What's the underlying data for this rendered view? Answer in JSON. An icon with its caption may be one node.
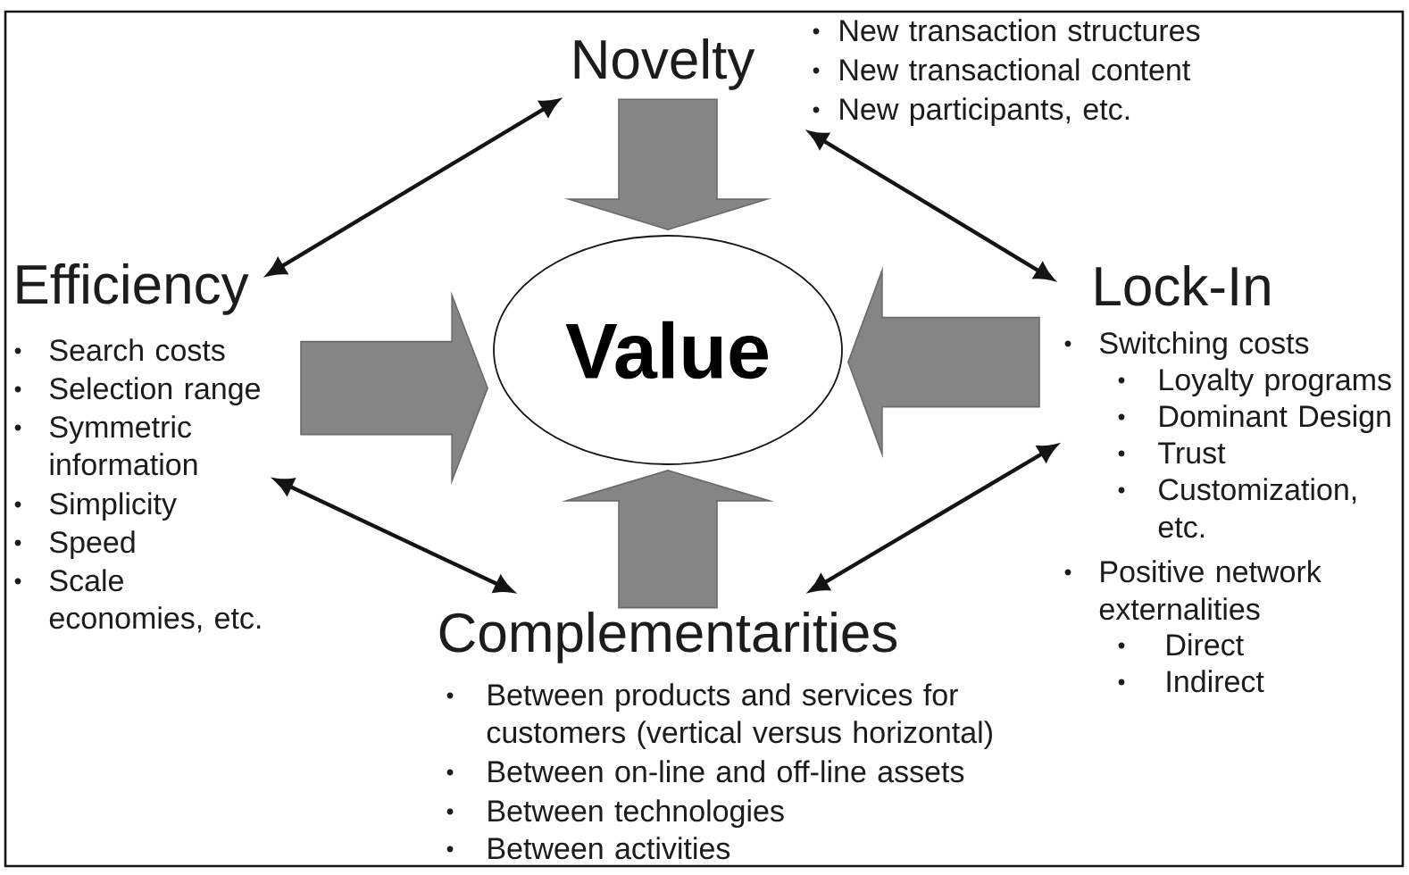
{
  "diagram": {
    "nodes": [
      {
        "text": [
          "Novelty",
          "New transaction structures",
          "New transactional content",
          "New participants, etc."
        ]
      },
      {
        "text": [
          "Efficiency",
          "Search costs",
          "Selection range",
          "Symmetric information",
          "Simplicity",
          "Speed",
          "Scale economies, etc."
        ]
      },
      {
        "text": [
          "Value"
        ]
      },
      {
        "text": [
          "Lock-In",
          "Switching costs",
          "Loyalty programs",
          "Dominant Design",
          "Trust",
          "Customization, etc.",
          "Positive network externalities",
          "Direct",
          "Indirect"
        ]
      },
      {
        "text": [
          "Complementarities",
          "Between products and services for customers (vertical versus horizontal)",
          "Between on-line and off-line assets",
          "Between technologies",
          "Between activities"
        ]
      }
    ],
    "edges": [
      {
        "from": 0,
        "to": 2,
        "arrow": "to",
        "style": "thick",
        "color": "#858585"
      },
      {
        "from": 1,
        "to": 2,
        "arrow": "to",
        "style": "thick",
        "color": "#858585"
      },
      {
        "from": 3,
        "to": 2,
        "arrow": "to",
        "style": "thick",
        "color": "#858585"
      },
      {
        "from": 4,
        "to": 2,
        "arrow": "to",
        "style": "thick",
        "color": "#858585"
      },
      {
        "from": 0,
        "to": 1,
        "arrow": "both",
        "color": "#141414"
      },
      {
        "from": 0,
        "to": 3,
        "arrow": "both",
        "color": "#141414"
      },
      {
        "from": 1,
        "to": 4,
        "arrow": "both",
        "color": "#141414"
      },
      {
        "from": 3,
        "to": 4,
        "arrow": "both",
        "color": "#141414"
      }
    ]
  }
}
